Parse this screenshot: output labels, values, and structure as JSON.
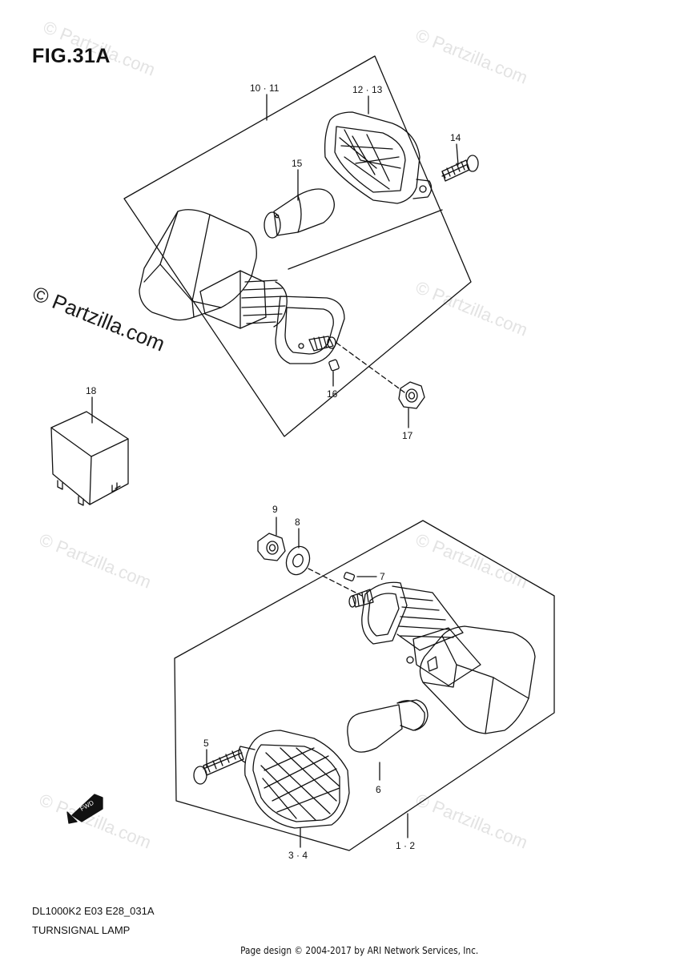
{
  "figure": {
    "title": "FIG.31A",
    "code": "DL1000K2 E03 E28_031A",
    "caption": "TURNSIGNAL LAMP",
    "footer": "Page design © 2004-2017 by ARI Network Services, Inc."
  },
  "watermark": {
    "text": "© Partzilla.com"
  },
  "fwd_label": "FWD",
  "callouts": {
    "c10_11": "10 · 11",
    "c12_13": "12 · 13",
    "c14": "14",
    "c15": "15",
    "c16": "16",
    "c17": "17",
    "c18": "18",
    "c9": "9",
    "c8": "8",
    "c7": "7",
    "c5": "5",
    "c6": "6",
    "c3_4": "3 · 4",
    "c1_2": "1 · 2"
  }
}
